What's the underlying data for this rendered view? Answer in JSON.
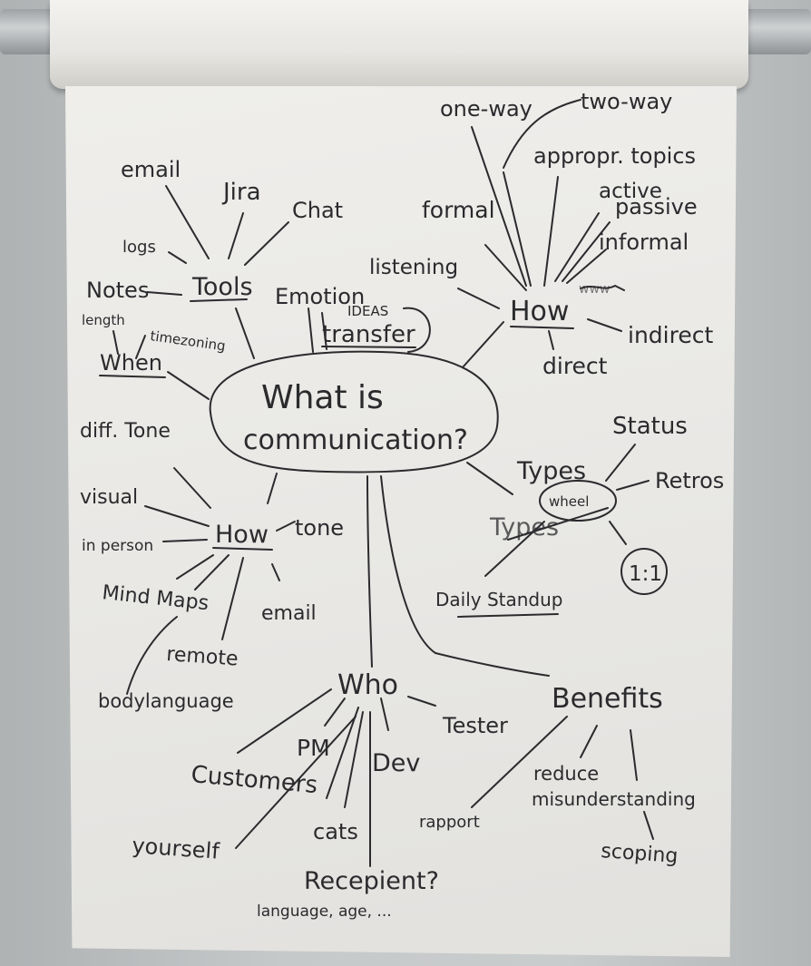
{
  "center": {
    "line1": "What is",
    "line2": "communication?"
  },
  "tools": {
    "label": "Tools",
    "items": [
      "email",
      "Jira",
      "Chat",
      "logs",
      "Notes"
    ]
  },
  "when": {
    "label": "When",
    "items": [
      "length",
      "timezoning"
    ]
  },
  "emotion": "Emotion",
  "transfer": {
    "label": "transfer",
    "note": "IDEAS"
  },
  "how_top": {
    "label": "How",
    "crossed": "www",
    "items": [
      "one-way",
      "two-way",
      "appropr. topics",
      "formal",
      "active",
      "passive",
      "informal",
      "listening",
      "indirect",
      "direct"
    ]
  },
  "types": {
    "label": "Types",
    "crossed_label": "Types",
    "wheel": "wheel",
    "circled": "1:1",
    "items": [
      "Status",
      "Retros",
      "Daily Standup"
    ]
  },
  "how_left": {
    "label": "How",
    "items": [
      "diff. Tone",
      "visual",
      "in person",
      "Mind Maps",
      "remote",
      "bodylanguage",
      "tone",
      "email"
    ]
  },
  "who": {
    "label": "Who",
    "items": [
      "PM",
      "Dev",
      "Tester",
      "Customers",
      "yourself",
      "cats",
      "Recepient?"
    ],
    "note": "language, age, ..."
  },
  "benefits": {
    "label": "Benefits",
    "items": [
      "rapport",
      "reduce",
      "misunderstanding",
      "scoping"
    ]
  }
}
